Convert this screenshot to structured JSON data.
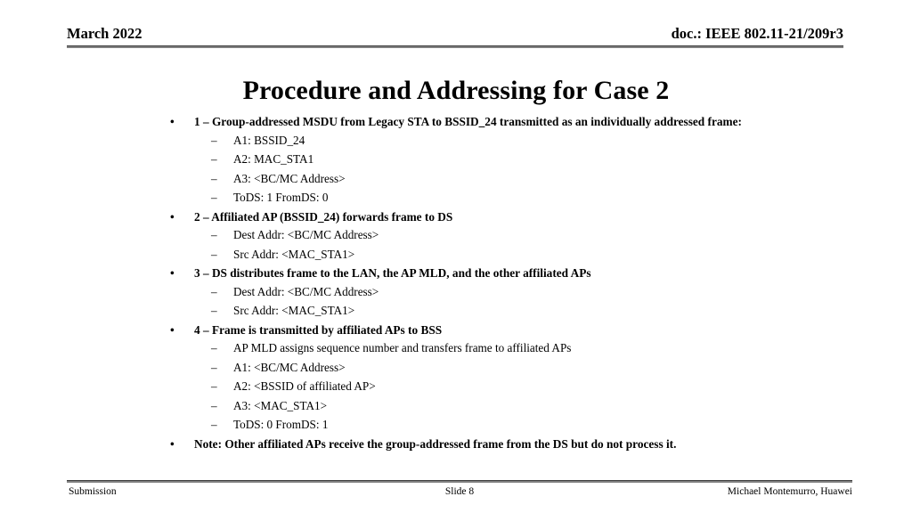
{
  "header": {
    "date": "March 2022",
    "doc": "doc.: IEEE 802.11-21/209r3"
  },
  "title": "Procedure and Addressing for Case 2",
  "body": {
    "bullet_marker_l1": "•",
    "bullet_marker_l2": "–",
    "items": [
      {
        "level": 1,
        "text": "1 –  Group-addressed MSDU from Legacy STA to BSSID_24 transmitted as an individually addressed frame:"
      },
      {
        "level": 2,
        "text": "A1: BSSID_24"
      },
      {
        "level": 2,
        "text": "A2: MAC_STA1"
      },
      {
        "level": 2,
        "text": "A3: <BC/MC Address>"
      },
      {
        "level": 2,
        "text": "ToDS: 1 FromDS: 0"
      },
      {
        "level": 1,
        "text": "2 – Affiliated AP (BSSID_24) forwards frame to DS"
      },
      {
        "level": 2,
        "text": "Dest Addr: <BC/MC Address>"
      },
      {
        "level": 2,
        "text": "Src Addr: <MAC_STA1>"
      },
      {
        "level": 1,
        "text": "3 – DS distributes frame to the LAN, the AP MLD, and the other affiliated APs"
      },
      {
        "level": 2,
        "text": "Dest Addr: <BC/MC Address>"
      },
      {
        "level": 2,
        "text": "Src Addr: <MAC_STA1>"
      },
      {
        "level": 1,
        "text": "4 – Frame is transmitted by affiliated APs to BSS"
      },
      {
        "level": 2,
        "text": "AP MLD assigns sequence number and transfers frame to affiliated APs"
      },
      {
        "level": 2,
        "text": "A1: <BC/MC Address>"
      },
      {
        "level": 2,
        "text": "A2: <BSSID of affiliated AP>"
      },
      {
        "level": 2,
        "text": "A3: <MAC_STA1>"
      },
      {
        "level": 2,
        "text": "ToDS: 0 FromDS: 1"
      },
      {
        "level": 1,
        "text": "Note: Other affiliated APs receive the group-addressed frame from the DS but do not process it."
      }
    ]
  },
  "footer": {
    "left": "Submission",
    "center": "Slide 8",
    "right": "Michael Montemurro, Huawei"
  },
  "colors": {
    "text": "#000000",
    "rule": "#808080",
    "background": "#ffffff"
  }
}
